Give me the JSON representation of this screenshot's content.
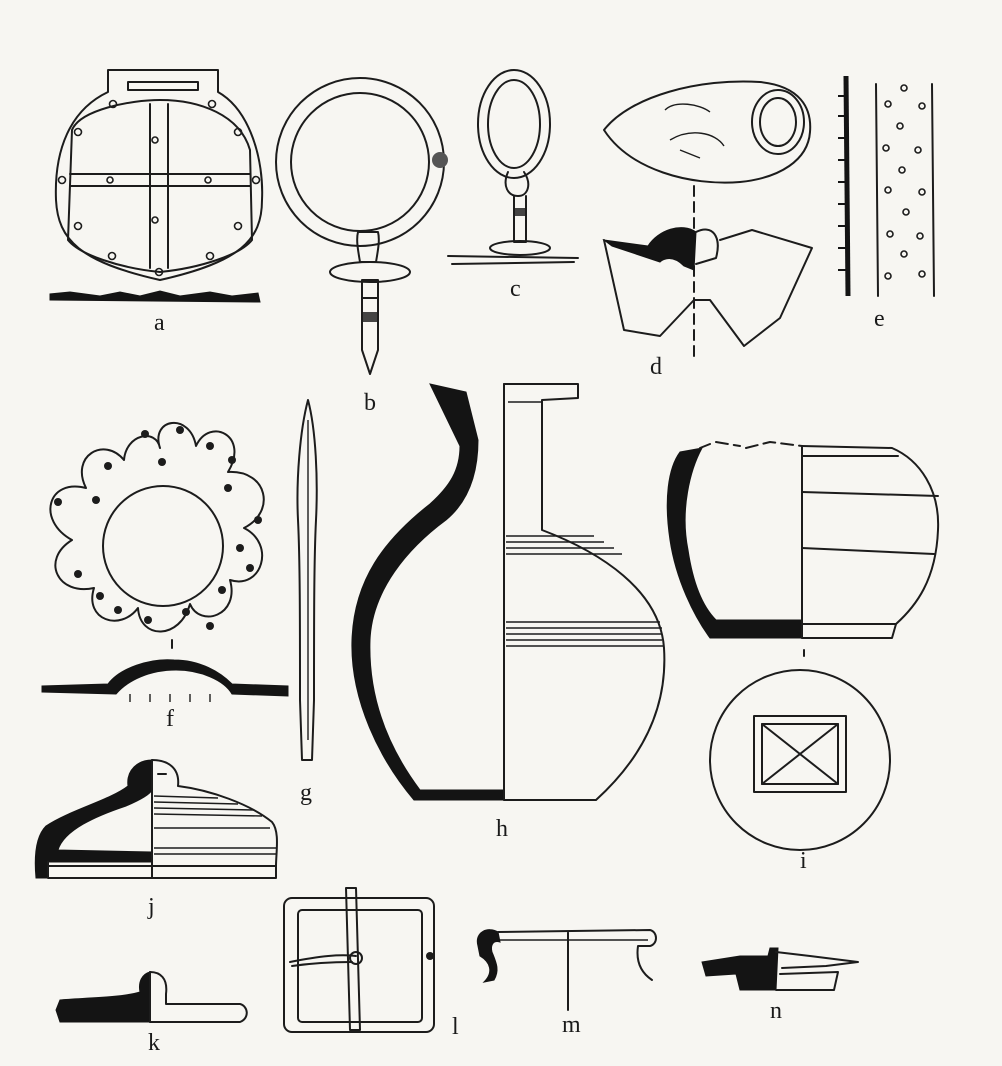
{
  "labels": {
    "a": "a",
    "b": "b",
    "c": "c",
    "d": "d",
    "e": "e",
    "f": "f",
    "g": "g",
    "h": "h",
    "i": "i",
    "j": "j",
    "k": "k",
    "l": "l",
    "m": "m",
    "n": "n"
  },
  "colors": {
    "ink": "#1c1c1c",
    "paper": "#f7f6f2"
  }
}
